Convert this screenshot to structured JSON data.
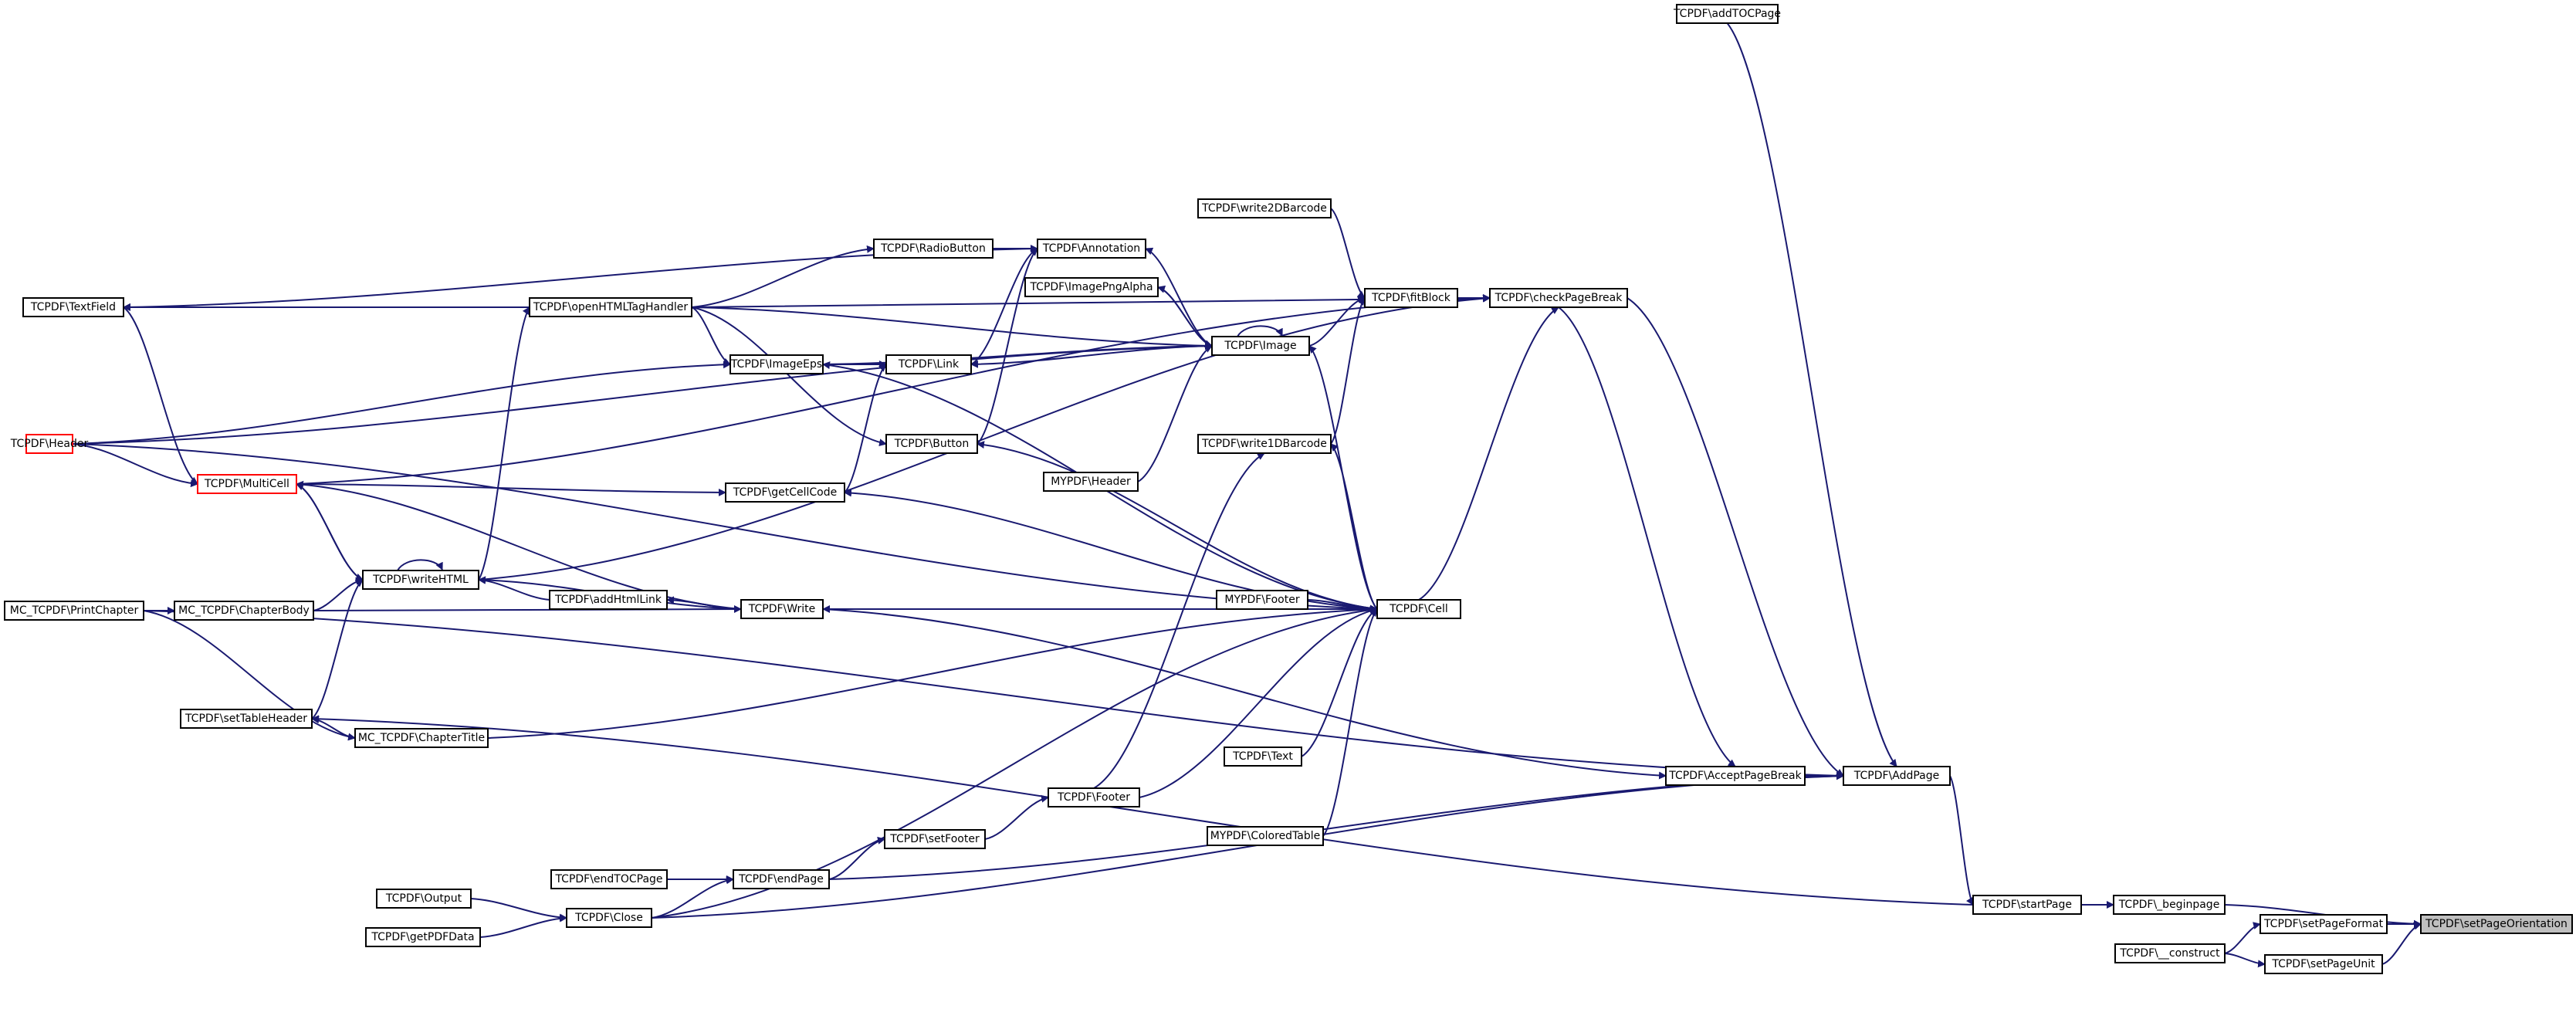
{
  "colors": {
    "edge": "#191970",
    "node_border": "#000000",
    "highlight_border": "#ff0000",
    "focus_fill": "#bfbfbf"
  },
  "nodes": {
    "addTOCPage": "TCPDF\\addTOCPage",
    "write2DBarcode": "TCPDF\\write2DBarcode",
    "RadioButton": "TCPDF\\RadioButton",
    "Annotation": "TCPDF\\Annotation",
    "ImagePngAlpha": "TCPDF\\ImagePngAlpha",
    "fitBlock": "TCPDF\\fitBlock",
    "checkPageBreak": "TCPDF\\checkPageBreak",
    "TextField": "TCPDF\\TextField",
    "openHTMLTagHandler": "TCPDF\\openHTMLTagHandler",
    "Image": "TCPDF\\Image",
    "ImageEps": "TCPDF\\ImageEps",
    "Link": "TCPDF\\Link",
    "Header": "TCPDF\\Header",
    "Button": "TCPDF\\Button",
    "write1DBarcode": "TCPDF\\write1DBarcode",
    "MultiCell": "TCPDF\\MultiCell",
    "getCellCode": "TCPDF\\getCellCode",
    "MYPDF_Header": "MYPDF\\Header",
    "writeHTML": "TCPDF\\writeHTML",
    "PrintChapter": "MC_TCPDF\\PrintChapter",
    "ChapterBody": "MC_TCPDF\\ChapterBody",
    "addHtmlLink": "TCPDF\\addHtmlLink",
    "Write": "TCPDF\\Write",
    "MYPDF_Footer": "MYPDF\\Footer",
    "Cell": "TCPDF\\Cell",
    "setTableHeader": "TCPDF\\setTableHeader",
    "ChapterTitle": "MC_TCPDF\\ChapterTitle",
    "Text": "TCPDF\\Text",
    "AcceptPageBreak": "TCPDF\\AcceptPageBreak",
    "AddPage": "TCPDF\\AddPage",
    "Footer": "TCPDF\\Footer",
    "setFooter": "TCPDF\\setFooter",
    "ColoredTable": "MYPDF\\ColoredTable",
    "endTOCPage": "TCPDF\\endTOCPage",
    "endPage": "TCPDF\\endPage",
    "Output": "TCPDF\\Output",
    "Close": "TCPDF\\Close",
    "getPDFData": "TCPDF\\getPDFData",
    "startPage": "TCPDF\\startPage",
    "beginpage": "TCPDF\\_beginpage",
    "setPageFormat": "TCPDF\\setPageFormat",
    "setPageOrientation": "TCPDF\\setPageOrientation",
    "construct": "TCPDF\\__construct",
    "setPageUnit": "TCPDF\\setPageUnit"
  }
}
